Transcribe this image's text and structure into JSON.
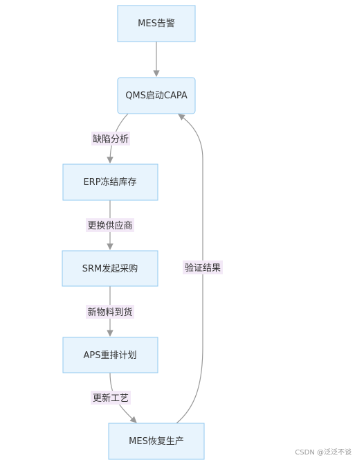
{
  "nodes": {
    "mes_alarm": "MES告警",
    "qms_capa": "QMS启动CAPA",
    "erp_freeze": "ERP冻结库存",
    "srm_purchase": "SRM发起采购",
    "aps_reschedule": "APS重排计划",
    "mes_resume": "MES恢复生产"
  },
  "edges": {
    "defect_analysis": "缺陷分析",
    "change_supplier": "更换供应商",
    "material_arrival": "新物料到货",
    "update_process": "更新工艺",
    "verify_result": "验证结果"
  },
  "watermark": "CSDN @泛泛不谈",
  "colors": {
    "node_fill": "#e8f4fd",
    "node_border": "#90c8f0",
    "edge": "#999999",
    "edge_label_bg": "#f3e9f7"
  }
}
